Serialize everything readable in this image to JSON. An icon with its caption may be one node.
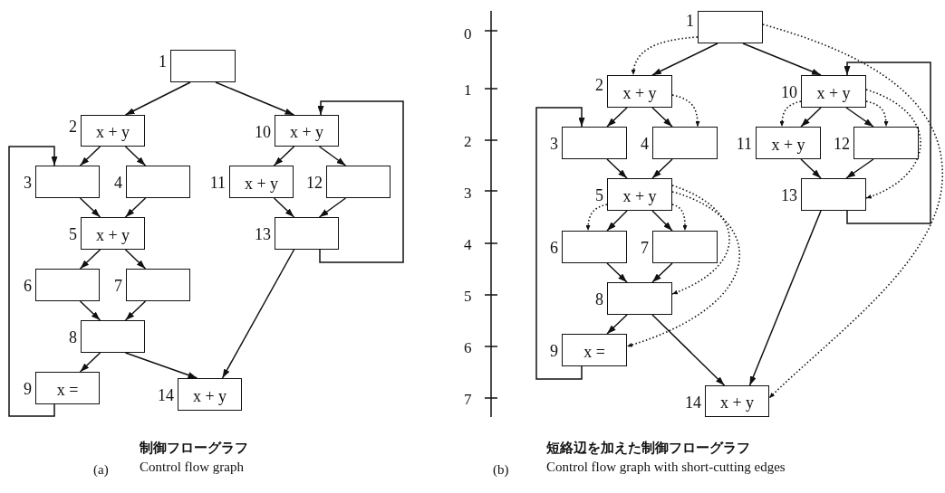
{
  "diagram": {
    "nodes": [
      {
        "text": [],
        "shape": "box",
        "beside": [
          "1"
        ]
      },
      {
        "text": [
          "x + y"
        ],
        "beside": [
          "2"
        ]
      },
      {
        "text": [],
        "shape": "box",
        "beside": [
          "3"
        ]
      },
      {
        "text": [],
        "shape": "box",
        "beside": [
          "4"
        ]
      },
      {
        "text": [
          "x + y"
        ],
        "beside": [
          "5"
        ]
      },
      {
        "text": [],
        "shape": "box",
        "beside": [
          "6"
        ]
      },
      {
        "text": [],
        "shape": "box",
        "beside": [
          "7"
        ]
      },
      {
        "text": [],
        "shape": "box",
        "beside": [
          "8"
        ]
      },
      {
        "text": [
          "x ="
        ],
        "beside": [
          "9"
        ]
      },
      {
        "text": [
          "x + y"
        ],
        "beside": [
          "10"
        ]
      },
      {
        "text": [
          "x + y"
        ],
        "beside": [
          "11"
        ]
      },
      {
        "text": [],
        "shape": "box",
        "beside": [
          "12"
        ]
      },
      {
        "text": [],
        "shape": "box",
        "beside": [
          "13"
        ]
      },
      {
        "text": [
          "x + y"
        ],
        "beside": [
          "14"
        ]
      },
      {
        "text": [],
        "shape": "box",
        "beside": [
          "1"
        ]
      },
      {
        "text": [
          "x + y"
        ],
        "beside": [
          "2"
        ]
      },
      {
        "text": [],
        "shape": "box",
        "beside": [
          "3"
        ]
      },
      {
        "text": [],
        "shape": "box",
        "beside": [
          "4"
        ]
      },
      {
        "text": [
          "x + y"
        ],
        "beside": [
          "5"
        ]
      },
      {
        "text": [],
        "shape": "box",
        "beside": [
          "6"
        ]
      },
      {
        "text": [],
        "shape": "box",
        "beside": [
          "7"
        ]
      },
      {
        "text": [],
        "shape": "box",
        "beside": [
          "8"
        ]
      },
      {
        "text": [
          "x ="
        ],
        "beside": [
          "9"
        ]
      },
      {
        "text": [
          "x + y"
        ],
        "beside": [
          "10"
        ]
      },
      {
        "text": [
          "x + y"
        ],
        "beside": [
          "11"
        ]
      },
      {
        "text": [],
        "shape": "box",
        "beside": [
          "12"
        ]
      },
      {
        "text": [],
        "shape": "box",
        "beside": [
          "13"
        ]
      },
      {
        "text": [
          "x + y"
        ],
        "beside": [
          "14"
        ]
      }
    ],
    "edges": [
      {
        "from": 0,
        "to": 1,
        "arrow": "to"
      },
      {
        "from": 0,
        "to": 9,
        "arrow": "to"
      },
      {
        "from": 1,
        "to": 2,
        "arrow": "to"
      },
      {
        "from": 1,
        "to": 3,
        "arrow": "to"
      },
      {
        "from": 2,
        "to": 4,
        "arrow": "to"
      },
      {
        "from": 3,
        "to": 4,
        "arrow": "to"
      },
      {
        "from": 4,
        "to": 5,
        "arrow": "to"
      },
      {
        "from": 4,
        "to": 6,
        "arrow": "to"
      },
      {
        "from": 5,
        "to": 7,
        "arrow": "to"
      },
      {
        "from": 6,
        "to": 7,
        "arrow": "to"
      },
      {
        "from": 7,
        "to": 8,
        "arrow": "to"
      },
      {
        "from": 7,
        "to": 13,
        "arrow": "to"
      },
      {
        "from": 8,
        "to": 2,
        "arrow": "to"
      },
      {
        "from": 9,
        "to": 10,
        "arrow": "to"
      },
      {
        "from": 9,
        "to": 11,
        "arrow": "to"
      },
      {
        "from": 10,
        "to": 12,
        "arrow": "to"
      },
      {
        "from": 11,
        "to": 12,
        "arrow": "to"
      },
      {
        "from": 12,
        "to": 9,
        "arrow": "to"
      },
      {
        "from": 12,
        "to": 13,
        "arrow": "to"
      },
      {
        "from": 14,
        "to": 15,
        "arrow": "to"
      },
      {
        "from": 14,
        "to": 23,
        "arrow": "to"
      },
      {
        "from": 15,
        "to": 16,
        "arrow": "to"
      },
      {
        "from": 15,
        "to": 17,
        "arrow": "to"
      },
      {
        "from": 16,
        "to": 18,
        "arrow": "to"
      },
      {
        "from": 17,
        "to": 18,
        "arrow": "to"
      },
      {
        "from": 18,
        "to": 19,
        "arrow": "to"
      },
      {
        "from": 18,
        "to": 20,
        "arrow": "to"
      },
      {
        "from": 19,
        "to": 21,
        "arrow": "to"
      },
      {
        "from": 20,
        "to": 21,
        "arrow": "to"
      },
      {
        "from": 21,
        "to": 22,
        "arrow": "to"
      },
      {
        "from": 21,
        "to": 27,
        "arrow": "to"
      },
      {
        "from": 22,
        "to": 16,
        "arrow": "to"
      },
      {
        "from": 23,
        "to": 24,
        "arrow": "to"
      },
      {
        "from": 23,
        "to": 25,
        "arrow": "to"
      },
      {
        "from": 24,
        "to": 26,
        "arrow": "to"
      },
      {
        "from": 25,
        "to": 26,
        "arrow": "to"
      },
      {
        "from": 26,
        "to": 23,
        "arrow": "to"
      },
      {
        "from": 26,
        "to": 27,
        "arrow": "to"
      },
      {
        "from": 14,
        "to": 15,
        "arrow": "to",
        "style": "dashed"
      },
      {
        "from": 15,
        "to": 17,
        "arrow": "to",
        "style": "dashed"
      },
      {
        "from": 23,
        "to": 24,
        "arrow": "to",
        "style": "dashed"
      },
      {
        "from": 23,
        "to": 25,
        "arrow": "to",
        "style": "dashed"
      },
      {
        "from": 23,
        "to": 26,
        "arrow": "to",
        "style": "dashed"
      },
      {
        "from": 14,
        "to": 27,
        "arrow": "to",
        "style": "dashed"
      },
      {
        "from": 18,
        "to": 19,
        "arrow": "to",
        "style": "dashed"
      },
      {
        "from": 18,
        "to": 20,
        "arrow": "to",
        "style": "dashed"
      },
      {
        "from": 18,
        "to": 21,
        "arrow": "to",
        "style": "dashed"
      },
      {
        "from": 18,
        "to": 22,
        "arrow": "to",
        "style": "dashed"
      }
    ],
    "labels": [
      "0",
      "1",
      "2",
      "3",
      "4",
      "5",
      "6",
      "7",
      "(a)",
      "制御フローグラフ",
      "Control flow graph",
      "(b)",
      "短絡辺を加えた制御フローグラフ",
      "Control flow graph with short-cutting edges"
    ]
  }
}
